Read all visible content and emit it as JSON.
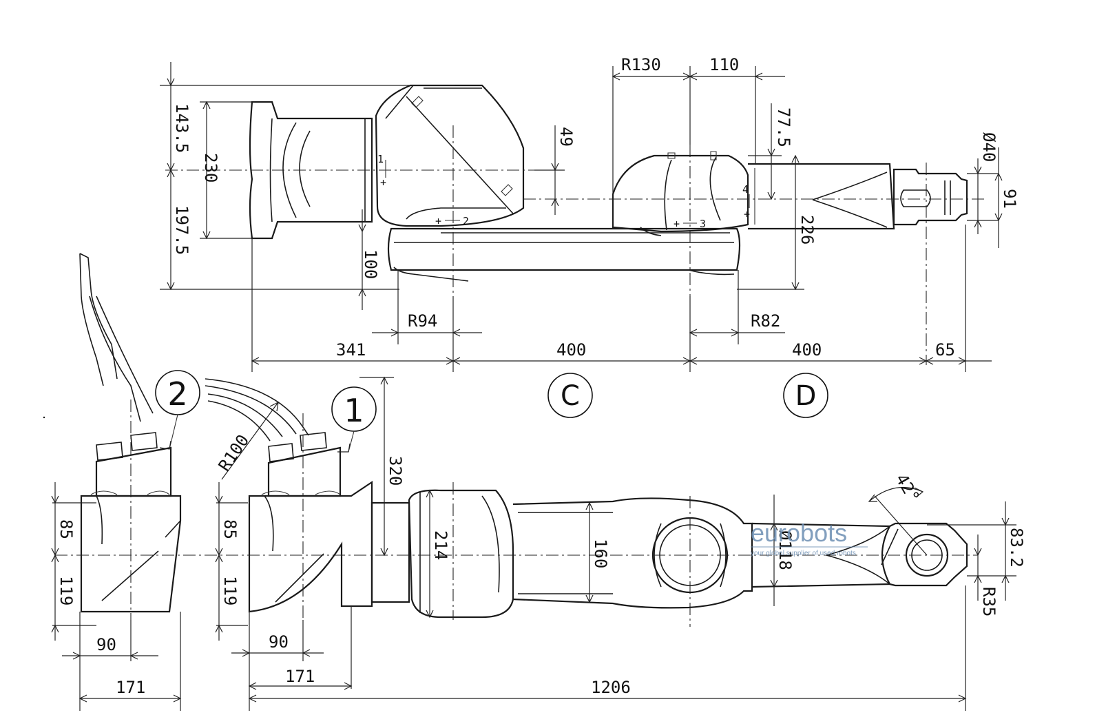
{
  "dimensions_top": {
    "d143_5": "143.5",
    "d230": "230",
    "d197_5": "197.5",
    "d100": "100",
    "d49": "49",
    "r94": "R94",
    "r130": "R130",
    "d110": "110",
    "d77_5": "77.5",
    "d226": "226",
    "r82": "R82",
    "dia40": "Ø40",
    "d91": "91",
    "d341": "341",
    "d400a": "400",
    "d400b": "400",
    "d65": "65"
  },
  "dimensions_bottom": {
    "d85a": "85",
    "d119a": "119",
    "d90a": "90",
    "d171a": "171",
    "d85b": "85",
    "d119b": "119",
    "d90b": "90",
    "d171b": "171",
    "r100": "R100",
    "d320": "320",
    "d214": "214",
    "d160": "160",
    "dia118": "Ø118",
    "a42": "42°",
    "d83_2": "83.2",
    "r35": "R35",
    "d1206": "1206"
  },
  "markers": {
    "m1": "1",
    "m2": "2",
    "m3": "3",
    "m4": "4",
    "plus": "+"
  },
  "detail_views": {
    "bubble_1": "1",
    "bubble_2": "2",
    "section_c": "C",
    "section_d": "D"
  },
  "watermark": {
    "brand": "eurobots",
    "tagline": "your global supplier of used robots",
    "color": "#6d8fb3"
  }
}
